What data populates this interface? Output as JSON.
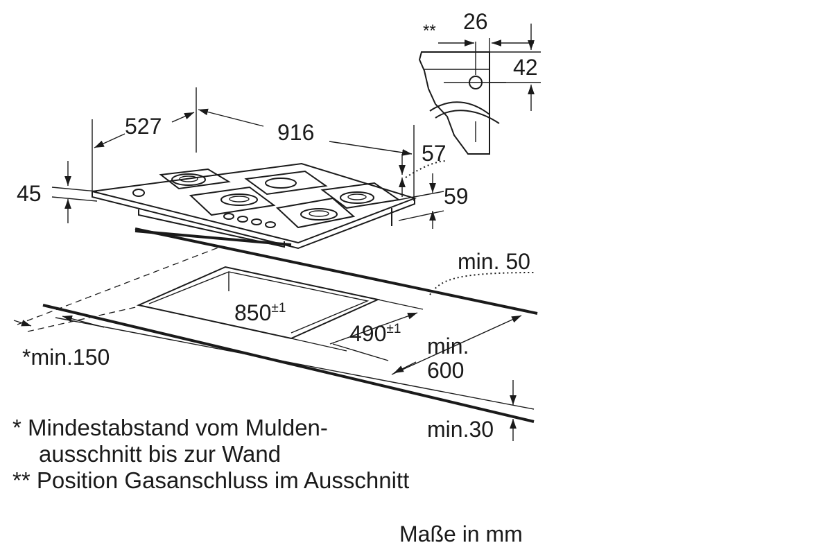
{
  "dimensions": {
    "gas_offset": "26",
    "gas_height": "42",
    "gas_mark": "**",
    "width": "916",
    "depth": "527",
    "side_height": "45",
    "height_57": "57",
    "height_59": "59",
    "min_50": "min. 50",
    "cutout_width": "850",
    "cutout_width_tol": "±1",
    "cutout_depth": "490",
    "cutout_depth_tol": "±1",
    "min_150": "*min.150",
    "min_600_line1": "min.",
    "min_600_line2": "600",
    "min_30": "min.30"
  },
  "notes": {
    "note1_line1": "*  Mindestabstand vom Mulden-",
    "note1_line2": "ausschnitt bis zur Wand",
    "note2": "** Position Gasanschluss im Ausschnitt"
  },
  "units": "Maße in mm"
}
